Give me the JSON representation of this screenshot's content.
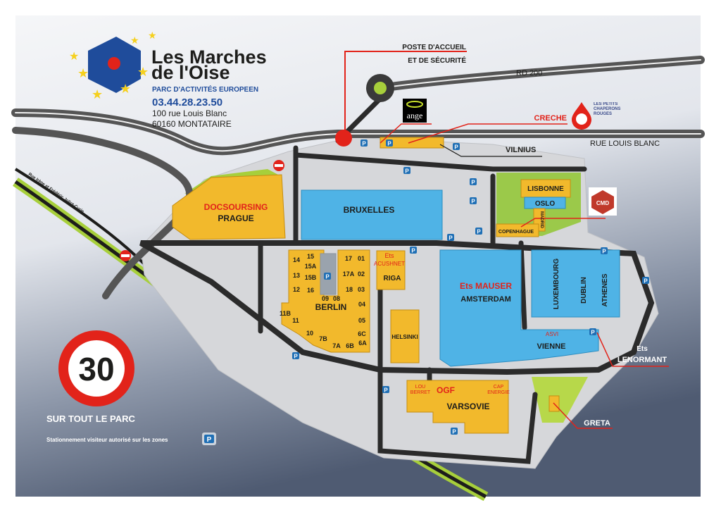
{
  "logo": {
    "title_line1": "Les Marches",
    "title_line2": "de l'Oise",
    "subtitle": "PARC D'ACTIVITÉS EUROPEEN",
    "phone": "03.44.28.23.50",
    "address_line1": "100 rue Louis Blanc",
    "address_line2": "60160 MONTATAIRE"
  },
  "roads": {
    "rd200": "RD 200",
    "rue_louis_blanc": "RUE LOUIS BLANC",
    "rue_curie": "Rue Irène et Frédéric Joliot-Curie"
  },
  "callouts": {
    "poste_line1": "POSTE D'ACCUEIL",
    "poste_line2": "ET DE SÉCURITÉ",
    "creche": "CRECHE",
    "creche_logo": "LES PETITS CHAPERONS ROUGES",
    "ange_logo": "ange",
    "cmd_logo": "CMD",
    "vilnius": "VILNIUS",
    "lenormant_line1": "Ets",
    "lenormant_line2": "LENORMANT",
    "greta": "GRETA"
  },
  "buildings": {
    "prague": {
      "name": "PRAGUE",
      "company": "DOCSOURSING"
    },
    "bruxelles": {
      "name": "BRUXELLES"
    },
    "lisbonne": {
      "name": "LISBONNE"
    },
    "oslo": {
      "name": "OSLO"
    },
    "madrid": {
      "name": "MADRID"
    },
    "copenhague": {
      "name": "COPENHAGUE"
    },
    "berlin": {
      "name": "BERLIN"
    },
    "riga": {
      "name": "RIGA",
      "company_line1": "Ets",
      "company_line2": "ACUSHNET"
    },
    "helsinki": {
      "name": "HELSINKI"
    },
    "amsterdam": {
      "name": "AMSTERDAM",
      "company": "Ets MAUSER"
    },
    "vienne": {
      "name": "VIENNE",
      "company": "ASVI"
    },
    "luxembourg": {
      "name": "LUXEMBOURG"
    },
    "dublin": {
      "name": "DUBLIN"
    },
    "athenes": {
      "name": "ATHENES"
    },
    "varsovie": {
      "name": "VARSOVIE",
      "company_main": "OGF",
      "company_left_line1": "LOU",
      "company_left_line2": "BERRET",
      "company_right_line1": "CAP",
      "company_right_line2": "ENERGIE"
    }
  },
  "berlin_lots": [
    "14",
    "15",
    "15A",
    "13",
    "15B",
    "12",
    "16",
    "17",
    "01",
    "17A",
    "02",
    "18",
    "03",
    "09",
    "08",
    "04",
    "05",
    "11B",
    "11",
    "10",
    "7B",
    "6C",
    "7A",
    "6B",
    "6A"
  ],
  "speed_limit": {
    "value": "30",
    "caption": "SUR TOUT LE PARC"
  },
  "parking_note": {
    "text": "Stationnement visiteur autorisé sur les zones",
    "symbol": "P"
  },
  "colors": {
    "building_yellow": "#f2b92c",
    "building_blue": "#4fb3e6",
    "callout_red": "#e2231a",
    "green": "#a7cf3b",
    "road": "#2b2b2b"
  }
}
